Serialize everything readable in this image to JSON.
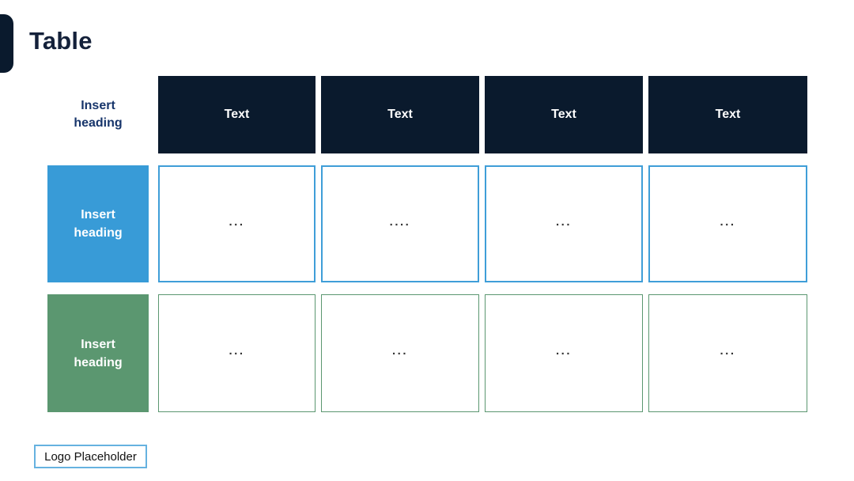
{
  "page": {
    "title": "Table"
  },
  "colors": {
    "navy_header": "#0a1a2d",
    "title_text": "#14213a",
    "corner_label_text": "#17356b",
    "row1_blue": "#389bd7",
    "row1_border": "#3f9ed8",
    "row2_green": "#5b9770",
    "logo_border": "#66b2e0",
    "dots_text": "#333333"
  },
  "table": {
    "corner_label": "Insert heading",
    "column_headers": [
      "Text",
      "Text",
      "Text",
      "Text"
    ],
    "rows": [
      {
        "label": "Insert heading",
        "theme": "blue",
        "cells": [
          "...",
          "....",
          "...",
          "..."
        ]
      },
      {
        "label": "Insert heading",
        "theme": "green",
        "cells": [
          "...",
          "...",
          "...",
          "..."
        ]
      }
    ]
  },
  "footer": {
    "logo_label": "Logo Placeholder"
  }
}
